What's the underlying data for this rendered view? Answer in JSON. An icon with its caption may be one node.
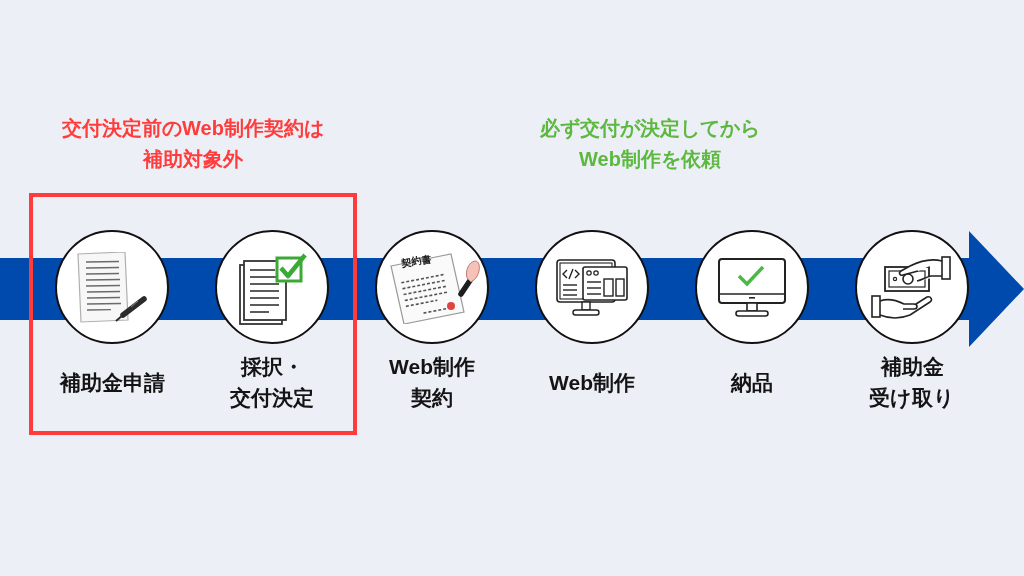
{
  "diagram": {
    "nodes": [
      {
        "text": [
          "交付決定前のWeb制作契約は補助対象外"
        ]
      },
      {
        "text": [
          "補助金申請"
        ],
        "in": 0
      },
      {
        "text": [
          "採択・交付決定"
        ],
        "in": 0
      },
      {
        "text": [
          "Web制作契約"
        ]
      },
      {
        "text": [
          "Web制作"
        ]
      },
      {
        "text": [
          "納品"
        ]
      },
      {
        "text": [
          "補助金受け取り"
        ]
      }
    ],
    "labels": [
      "必ず交付が決定してからWeb制作を依頼",
      "契約書"
    ]
  }
}
